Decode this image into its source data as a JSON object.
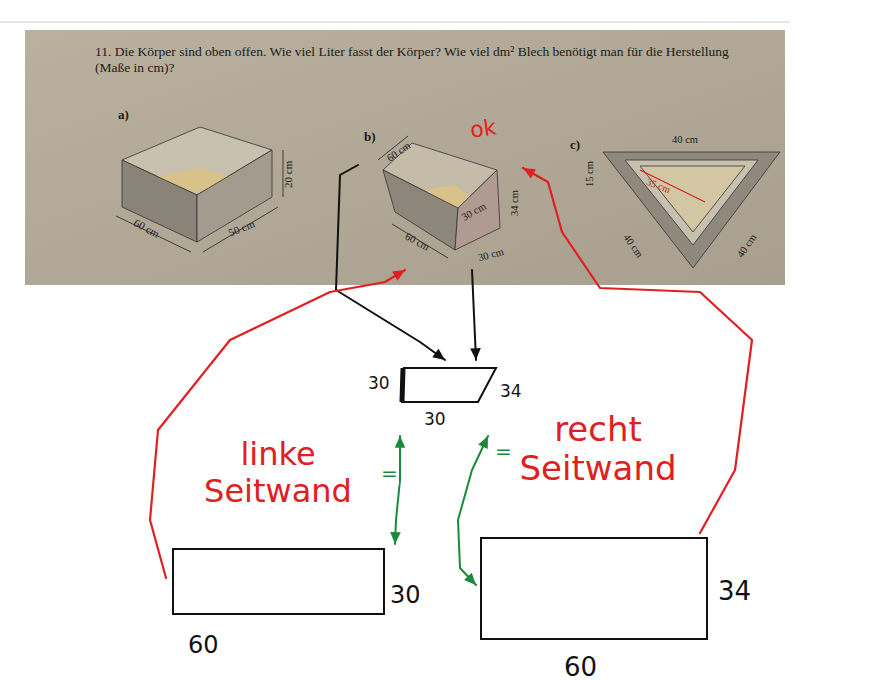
{
  "diagram": {
    "nodes": [
      {
        "text": [
          "11. Die Körper sind oben offen. Wie viel Liter fasst der Körper? Wie viel dm² Blech benötigt man für die Herstellung (Maße in cm)?"
        ]
      },
      {
        "text": [
          "b)"
        ],
        "in": 0
      },
      {
        "text": [
          "30",
          "34",
          "30"
        ]
      },
      {
        "text": [
          "60",
          "30"
        ]
      },
      {
        "text": [
          "34",
          "60"
        ]
      }
    ],
    "edges": [
      {
        "from": 1,
        "to": 2,
        "arrow": "to"
      },
      {
        "from": 1,
        "to": 2,
        "arrow": "to"
      },
      {
        "from": 3,
        "to": 1,
        "arrow": "to"
      },
      {
        "from": 4,
        "to": 1,
        "arrow": "to"
      },
      {
        "from": 2,
        "to": 3,
        "arrow": "both",
        "label": "="
      },
      {
        "from": 2,
        "to": 4,
        "arrow": "both",
        "label": "="
      }
    ],
    "labels": [
      "a)",
      "60 cm",
      "50 cm",
      "20 cm",
      "60 cm",
      "60 cm",
      "30 cm",
      "34 cm",
      "30 cm",
      "ok",
      "c)",
      "40 cm",
      "35 cm",
      "15 cm",
      "40 cm",
      "40 cm",
      "linke Seitwand",
      "recht Seitwand"
    ]
  }
}
